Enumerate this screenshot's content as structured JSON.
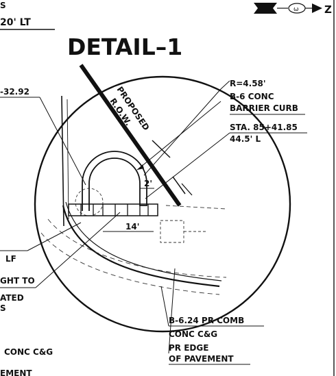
{
  "header": {
    "title_fragment": "S",
    "offset_label": "20' LT",
    "north_letter": "Z"
  },
  "detail": {
    "title": "DETAIL–1",
    "row_label": "PROPOSED",
    "row_label_2": "R.O.W.",
    "dim_2ft": "2'",
    "dim_14ft": "14'"
  },
  "left_labels": {
    "sta_fragment": "-32.92",
    "lf": "LF",
    "ght_to": "GHT TO",
    "ated": "ATED",
    "s": "S",
    "conc_cg": "CONC C&G",
    "ement": "EMENT"
  },
  "right_labels": {
    "radius": "R=4.58'",
    "curb_type": "B-6 CONC",
    "curb_desc": "BARRIER CURB",
    "station": "STA. 85+41.85",
    "offset": "44.5' L",
    "comb_1": "B-6.24 PR COMB",
    "comb_2": "CONC C&G",
    "edge_1": "PR EDGE",
    "edge_2": "OF PAVEMENT"
  }
}
